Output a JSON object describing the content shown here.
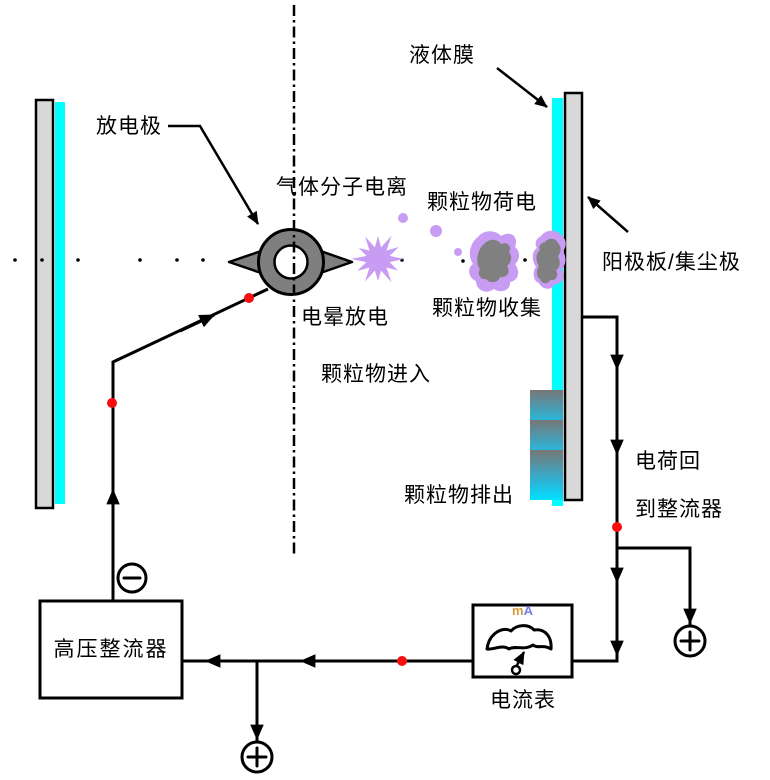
{
  "diagram": {
    "callouts": {
      "discharge_electrode": "放电极",
      "liquid_film": "液体膜",
      "gas_molecule_ionization": "气体分子电离",
      "particle_charging": "颗粒物荷电",
      "anode_collecting_plate": "阳极板/集尘极",
      "corona_discharge": "电晕放电",
      "particle_collection": "颗粒物收集",
      "particle_entry": "颗粒物进入",
      "particle_discharge": "颗粒物排出",
      "charge_return_line1": "电荷回",
      "charge_return_line2": "到整流器"
    },
    "rectifier": {
      "label": "高压整流器"
    },
    "ammeter": {
      "label": "电流表",
      "unit_m": "m",
      "unit_a": "A"
    },
    "terminals": {
      "negative_symbol": "−",
      "positive_symbol": "+"
    },
    "colors": {
      "wire_black": "#000000",
      "plate_gray": "#d8d8d8",
      "film_cyan": "#00ffff",
      "electrode_gray": "#7f7f7f",
      "corona_purple": "#c79cf2",
      "particle_halo": "#c79cf2",
      "particle_gray": "#808080",
      "junction_red": "#f90d0d",
      "slurry_top": "#777777",
      "slurry_mid": "#2ab5da",
      "slurry_bottom": "#00e1ff",
      "unit_m_orange": "#d99a3c",
      "unit_a_blue": "#6f7ff0"
    }
  }
}
